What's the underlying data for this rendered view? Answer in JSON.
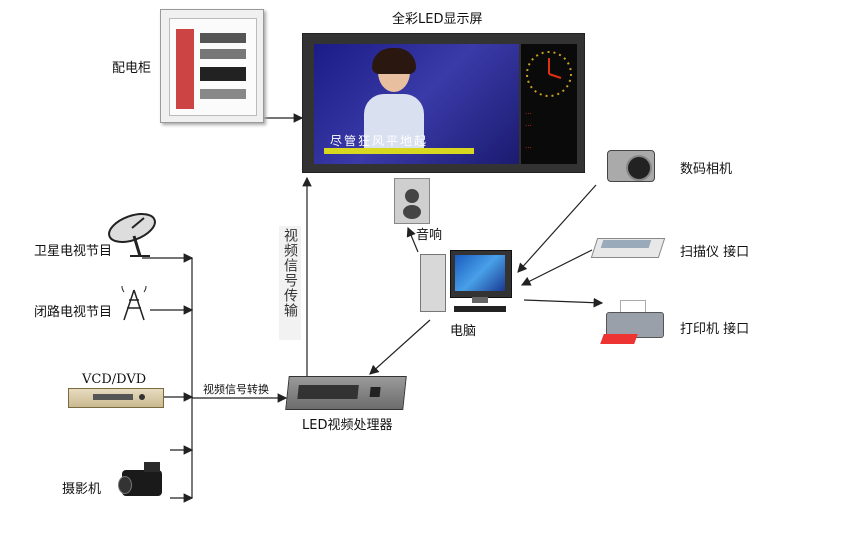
{
  "labels": {
    "led_screen": "全彩LED显示屏",
    "power_cabinet": "配电柜",
    "speaker": "音响",
    "computer": "电脑",
    "camera": "数码相机",
    "scanner": "扫描仪  接口",
    "printer": "打印机  接口",
    "satellite_tv": "卫星电视节目",
    "cctv": "闭路电视节目",
    "vcd_dvd": "VCD/DVD",
    "camcorder": "摄影机",
    "video_convert": "视频信号转换",
    "led_processor": "LED视频处理器",
    "video_transmission": "视频信号传输"
  },
  "screen": {
    "subtitle": "尽管狂风平地起",
    "side_text_1": "...",
    "side_text_2": "...",
    "side_text_3": "..."
  },
  "colors": {
    "arrow": "#222222",
    "screen_bg": "#1a1a80",
    "clock_bg": "#0a0a0a",
    "side_panel_text": "#e03010"
  }
}
